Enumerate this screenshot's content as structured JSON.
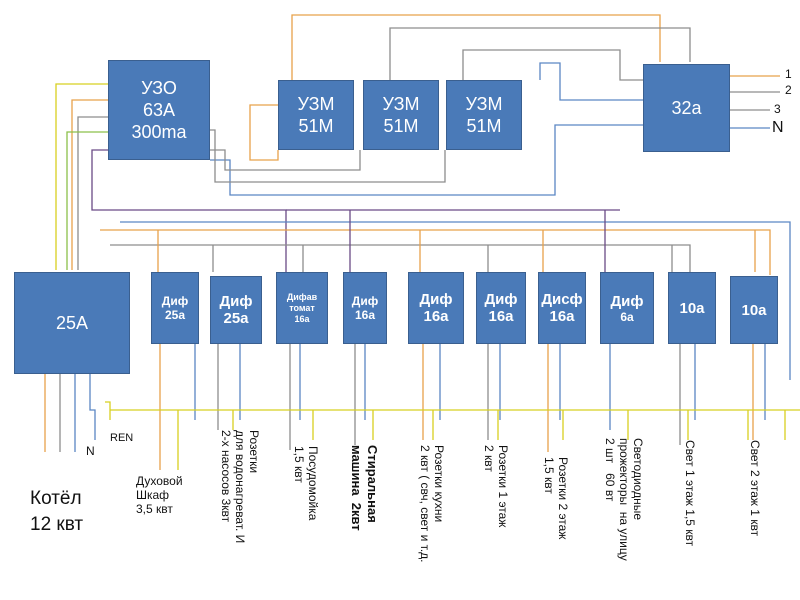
{
  "top_devices": {
    "rcd": [
      "УЗО",
      "63A",
      "300ma"
    ],
    "uzm": [
      [
        "УЗМ",
        "51М"
      ],
      [
        "УЗМ",
        "51М"
      ],
      [
        "УЗМ",
        "51М"
      ]
    ],
    "main_breaker": "32а"
  },
  "input_terminals": [
    "1",
    "2",
    "3",
    "N"
  ],
  "breakers": [
    {
      "lines": [
        "25A"
      ]
    },
    {
      "lines": [
        "Диф",
        "25а"
      ]
    },
    {
      "lines": [
        "Диф",
        "25а"
      ]
    },
    {
      "lines": [
        "Дифав",
        "томат",
        "16а"
      ]
    },
    {
      "lines": [
        "Диф",
        "16а"
      ]
    },
    {
      "lines": [
        "Диф",
        "16а"
      ]
    },
    {
      "lines": [
        "Диф",
        "16а"
      ]
    },
    {
      "lines": [
        "Дисф",
        "16а"
      ]
    },
    {
      "lines": [
        "Диф",
        "6а"
      ]
    },
    {
      "lines": [
        "10а"
      ]
    },
    {
      "lines": [
        "10а"
      ]
    }
  ],
  "bus_labels": {
    "n": "N",
    "pen": "REN"
  },
  "boiler_label": "Котёл\n12 квт",
  "loads": [
    "Духовой\nШкаф\n3,5 квт",
    "Розетки\nдля водонагреват. И\n2-х насосов 3квт",
    "Посудомойка\n1,5 квт",
    "Стиральная\nмашина  2квт",
    "Розетки кухни\n2 квт ( свч, свет и т.д.",
    "Розетки 1 этаж\n2 квт",
    "Розетки 2 этаж\n1,5 квт",
    "Светодиодные\nпрожекторы  на улицу\n2 шт   60 вт",
    "Свет 1 этаж 1,5 квт",
    "Свет 2 этаж 1 квт"
  ],
  "colors": {
    "box_fill": "#4a7ab8",
    "wire_orange": "#e8a24a",
    "wire_blue": "#5b86c4",
    "wire_grey": "#8d8d8d",
    "wire_yellow": "#d8d020",
    "wire_green": "#8cc04a",
    "wire_purple": "#6a4a86"
  }
}
